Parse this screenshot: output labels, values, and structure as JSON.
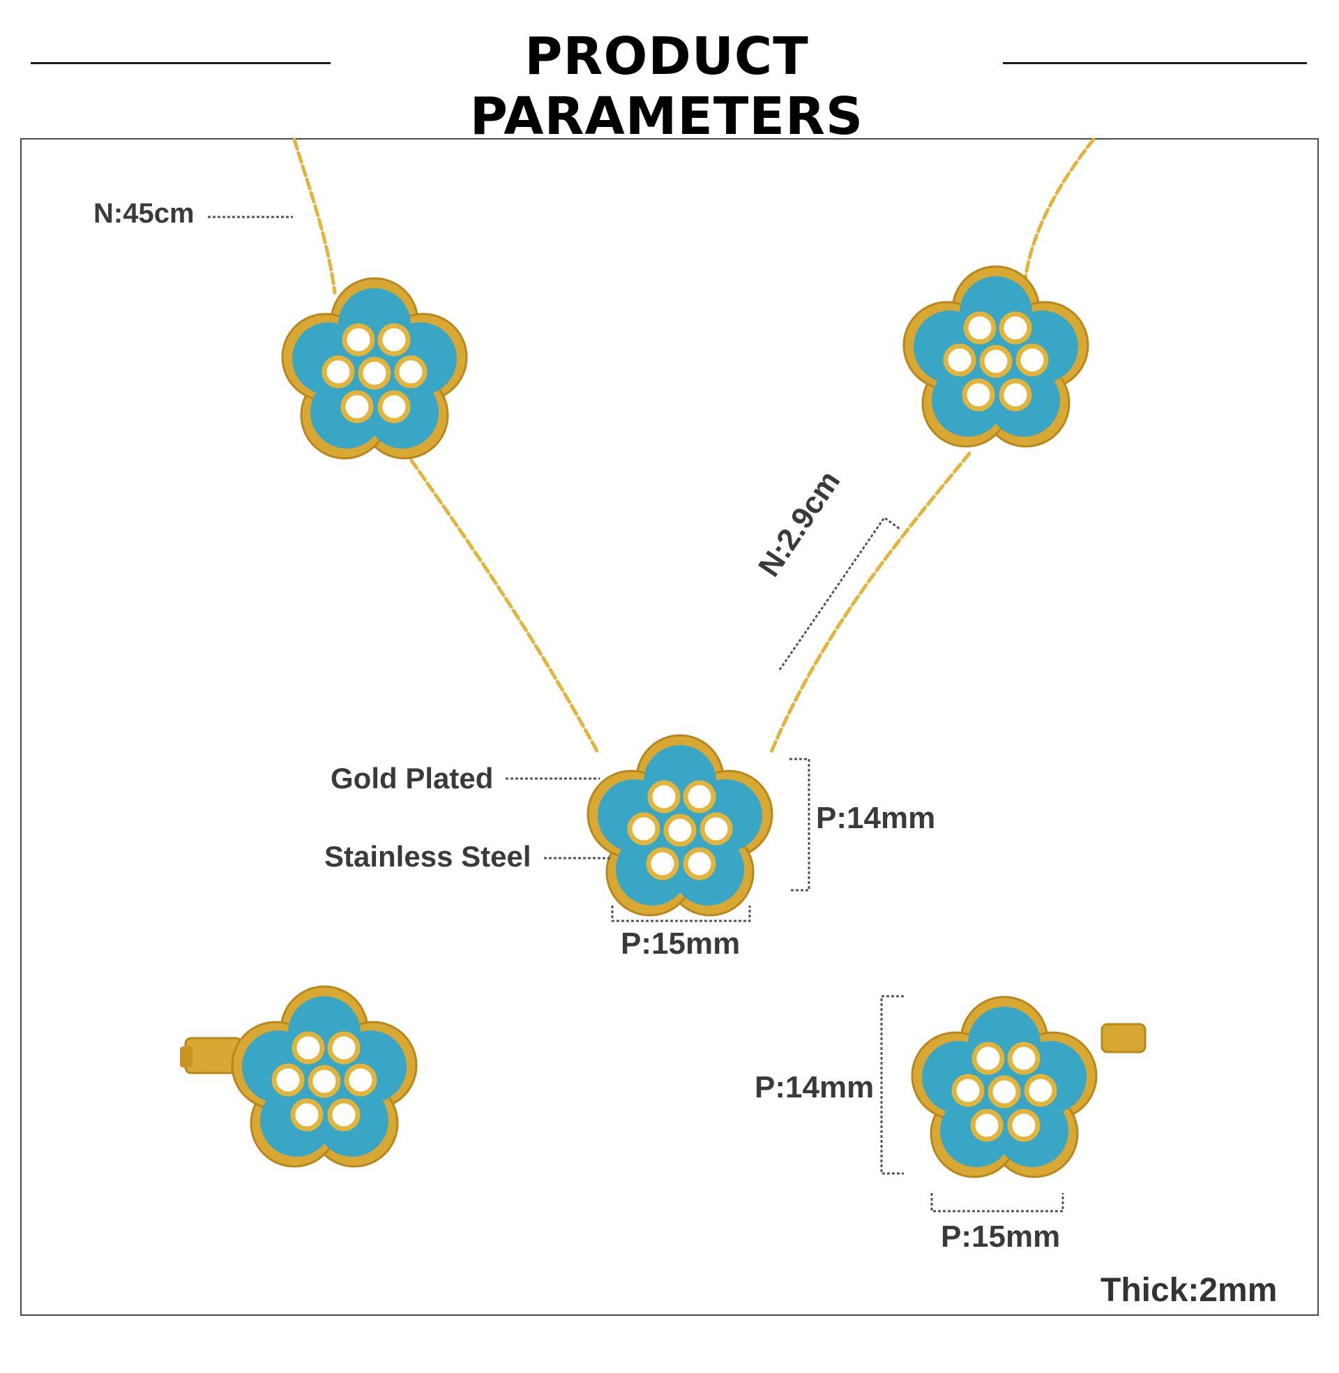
{
  "header": {
    "title": "PRODUCT PARAMETERS"
  },
  "colors": {
    "enamel": "#3aa6c6",
    "gold": "#e2b43a",
    "gold_dark": "#b9861c",
    "dim_line": "#555555",
    "frame": "#4a4a4a"
  },
  "labels": {
    "necklace_length": "N:45cm",
    "pendant_spacing": "N:2.9cm",
    "plating": "Gold Plated",
    "material": "Stainless Steel",
    "pendant_height": "P:14mm",
    "pendant_width": "P:15mm",
    "earring_height": "P:14mm",
    "earring_width": "P:15mm",
    "thickness": "Thick:2mm"
  }
}
